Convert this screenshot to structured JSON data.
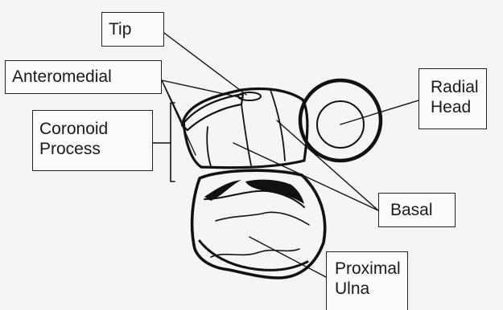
{
  "labels": {
    "tip": "Tip",
    "anteromedial": "Anteromedial",
    "coronoid_process": "Coronoid\nProcess",
    "radial_head": "Radial\nHead",
    "basal": "Basal",
    "proximal_ulna": "Proximal\nUlna"
  },
  "colors": {
    "ink": "#111111",
    "background": "#f5f5f3",
    "box_fill": "#fbfbfa"
  }
}
